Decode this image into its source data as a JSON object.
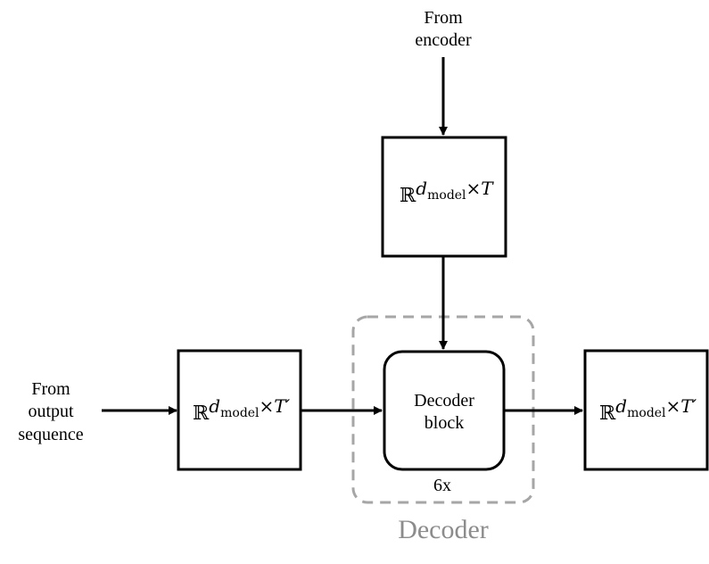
{
  "inputs": {
    "encoder_label": [
      "From",
      "encoder"
    ],
    "output_sequence_label": [
      "From",
      "output",
      "sequence"
    ]
  },
  "tensors": {
    "encoder_tensor": {
      "R": "ℝ",
      "sup_var": "d",
      "sub": "model",
      "dim": "×T"
    },
    "input_tensor": {
      "R": "ℝ",
      "sup_var": "d",
      "sub": "model",
      "dim": "×T′"
    },
    "output_tensor": {
      "R": "ℝ",
      "sup_var": "d",
      "sub": "model",
      "dim": "×T′"
    }
  },
  "decoder": {
    "block_label": [
      "Decoder",
      "block"
    ],
    "repeat": "6x",
    "group_label": "Decoder"
  },
  "colors": {
    "stroke": "#000000",
    "group_border": "#a6a6a6",
    "group_label": "#8c8c8c"
  }
}
